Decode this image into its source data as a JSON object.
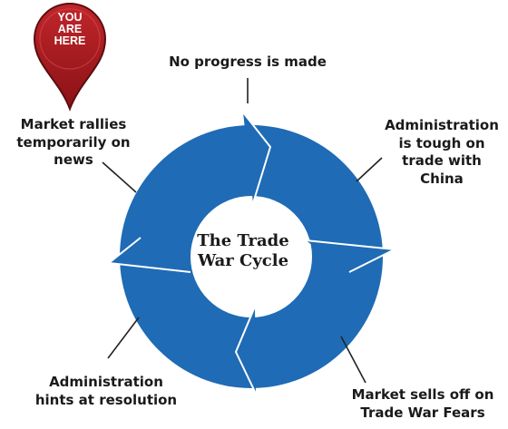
{
  "center_title": "The Trade\nWar Cycle",
  "pin": {
    "label": "YOU\nARE\nHERE",
    "color": "#a0171b"
  },
  "ring_color": "#1f6bb5",
  "stages": [
    {
      "label": "No progress is made"
    },
    {
      "label": "Administration\nis tough on\ntrade with\nChina"
    },
    {
      "label": "Market sells off on\nTrade War Fears"
    },
    {
      "label": "Administration\nhints at resolution"
    },
    {
      "label": "Market  rallies\ntemporarily on\nnews"
    }
  ]
}
